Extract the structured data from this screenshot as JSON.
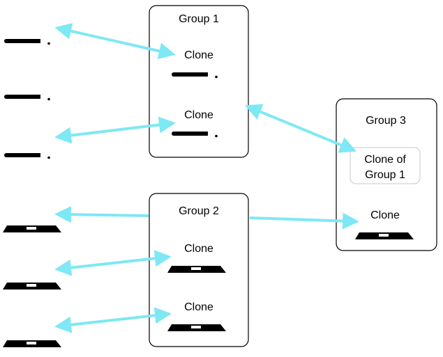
{
  "groups": {
    "group1": {
      "title": "Group 1",
      "clones": [
        {
          "label": "Clone"
        },
        {
          "label": "Clone"
        }
      ]
    },
    "group2": {
      "title": "Group 2",
      "clones": [
        {
          "label": "Clone"
        },
        {
          "label": "Clone"
        }
      ]
    },
    "group3": {
      "title": "Group 3",
      "clone_of_group": {
        "line1": "Clone of",
        "line2": "Group 1"
      },
      "clone": {
        "label": "Clone"
      }
    }
  },
  "left_devices": {
    "tablets": 3,
    "laptops": 3
  },
  "icons": {
    "tablet_device": "tablet-phone-icon",
    "laptop_device": "laptop-icon"
  },
  "colors": {
    "arrow": "#7ee8f4",
    "device_dark": "#6e6e6e",
    "device_light": "#a6a6a6",
    "box_border": "#000000",
    "clone_of_border": "#c8c8c8"
  }
}
